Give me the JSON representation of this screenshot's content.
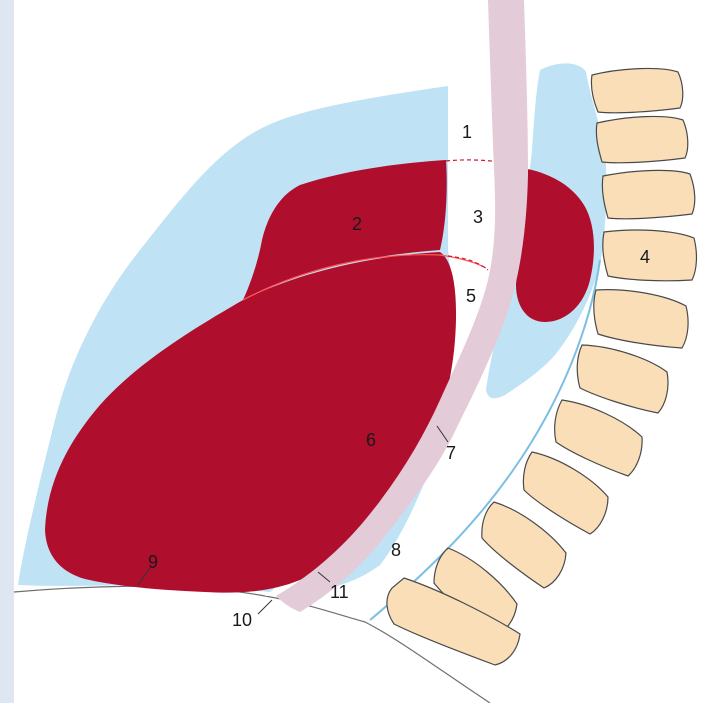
{
  "colors": {
    "frame": "#dde6f1",
    "panel": "#ffffff",
    "pleura": "#bfe2f4",
    "organ": "#b00e2d",
    "organ_line": "#ff5a5a",
    "tube": "#e4cbd8",
    "vertebra": "#f9deb8",
    "vertebra_edge": "#4a4a4a",
    "outline": "#555555"
  },
  "labels": {
    "l1": "1",
    "l2": "2",
    "l3": "3",
    "l4": "4",
    "l5": "5",
    "l6": "6",
    "l7": "7",
    "l8": "8",
    "l9": "9",
    "l10": "10",
    "l11": "11"
  }
}
